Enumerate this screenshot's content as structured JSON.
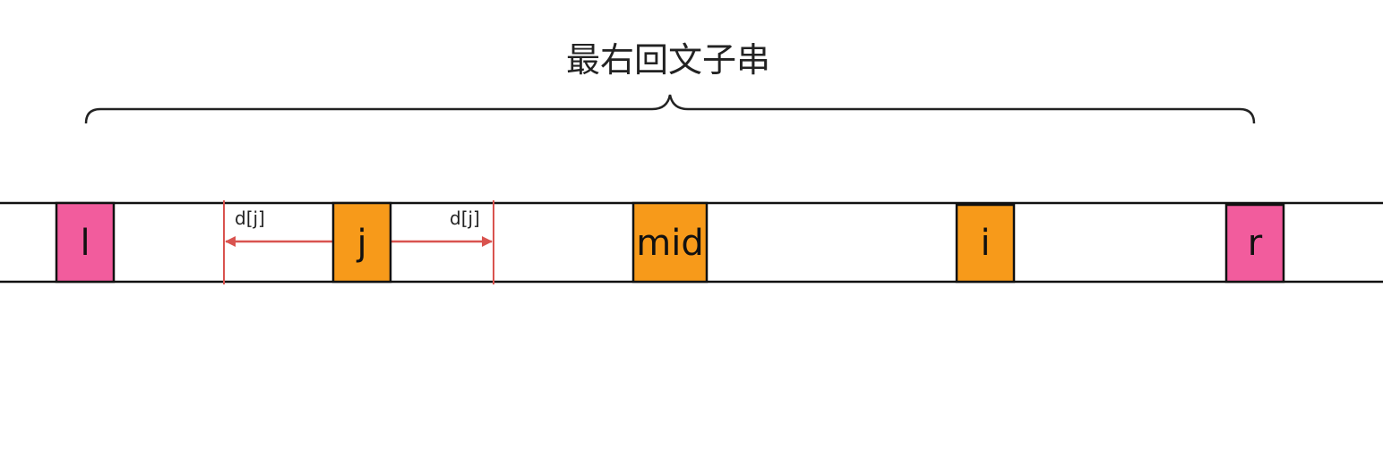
{
  "diagram": {
    "title": "最右回文子串",
    "boxes": [
      {
        "label": "l",
        "color": "#F25C9D"
      },
      {
        "label": "j",
        "color": "#F79A1A"
      },
      {
        "label": "mid",
        "color": "#F79A1A"
      },
      {
        "label": "i",
        "color": "#F79A1A"
      },
      {
        "label": "r",
        "color": "#F25C9D"
      }
    ],
    "arrow_labels": {
      "left": "d[j]",
      "right": "d[j]"
    },
    "colors": {
      "line": "#111111",
      "arrow": "#D9534F",
      "brace": "#222222"
    }
  }
}
